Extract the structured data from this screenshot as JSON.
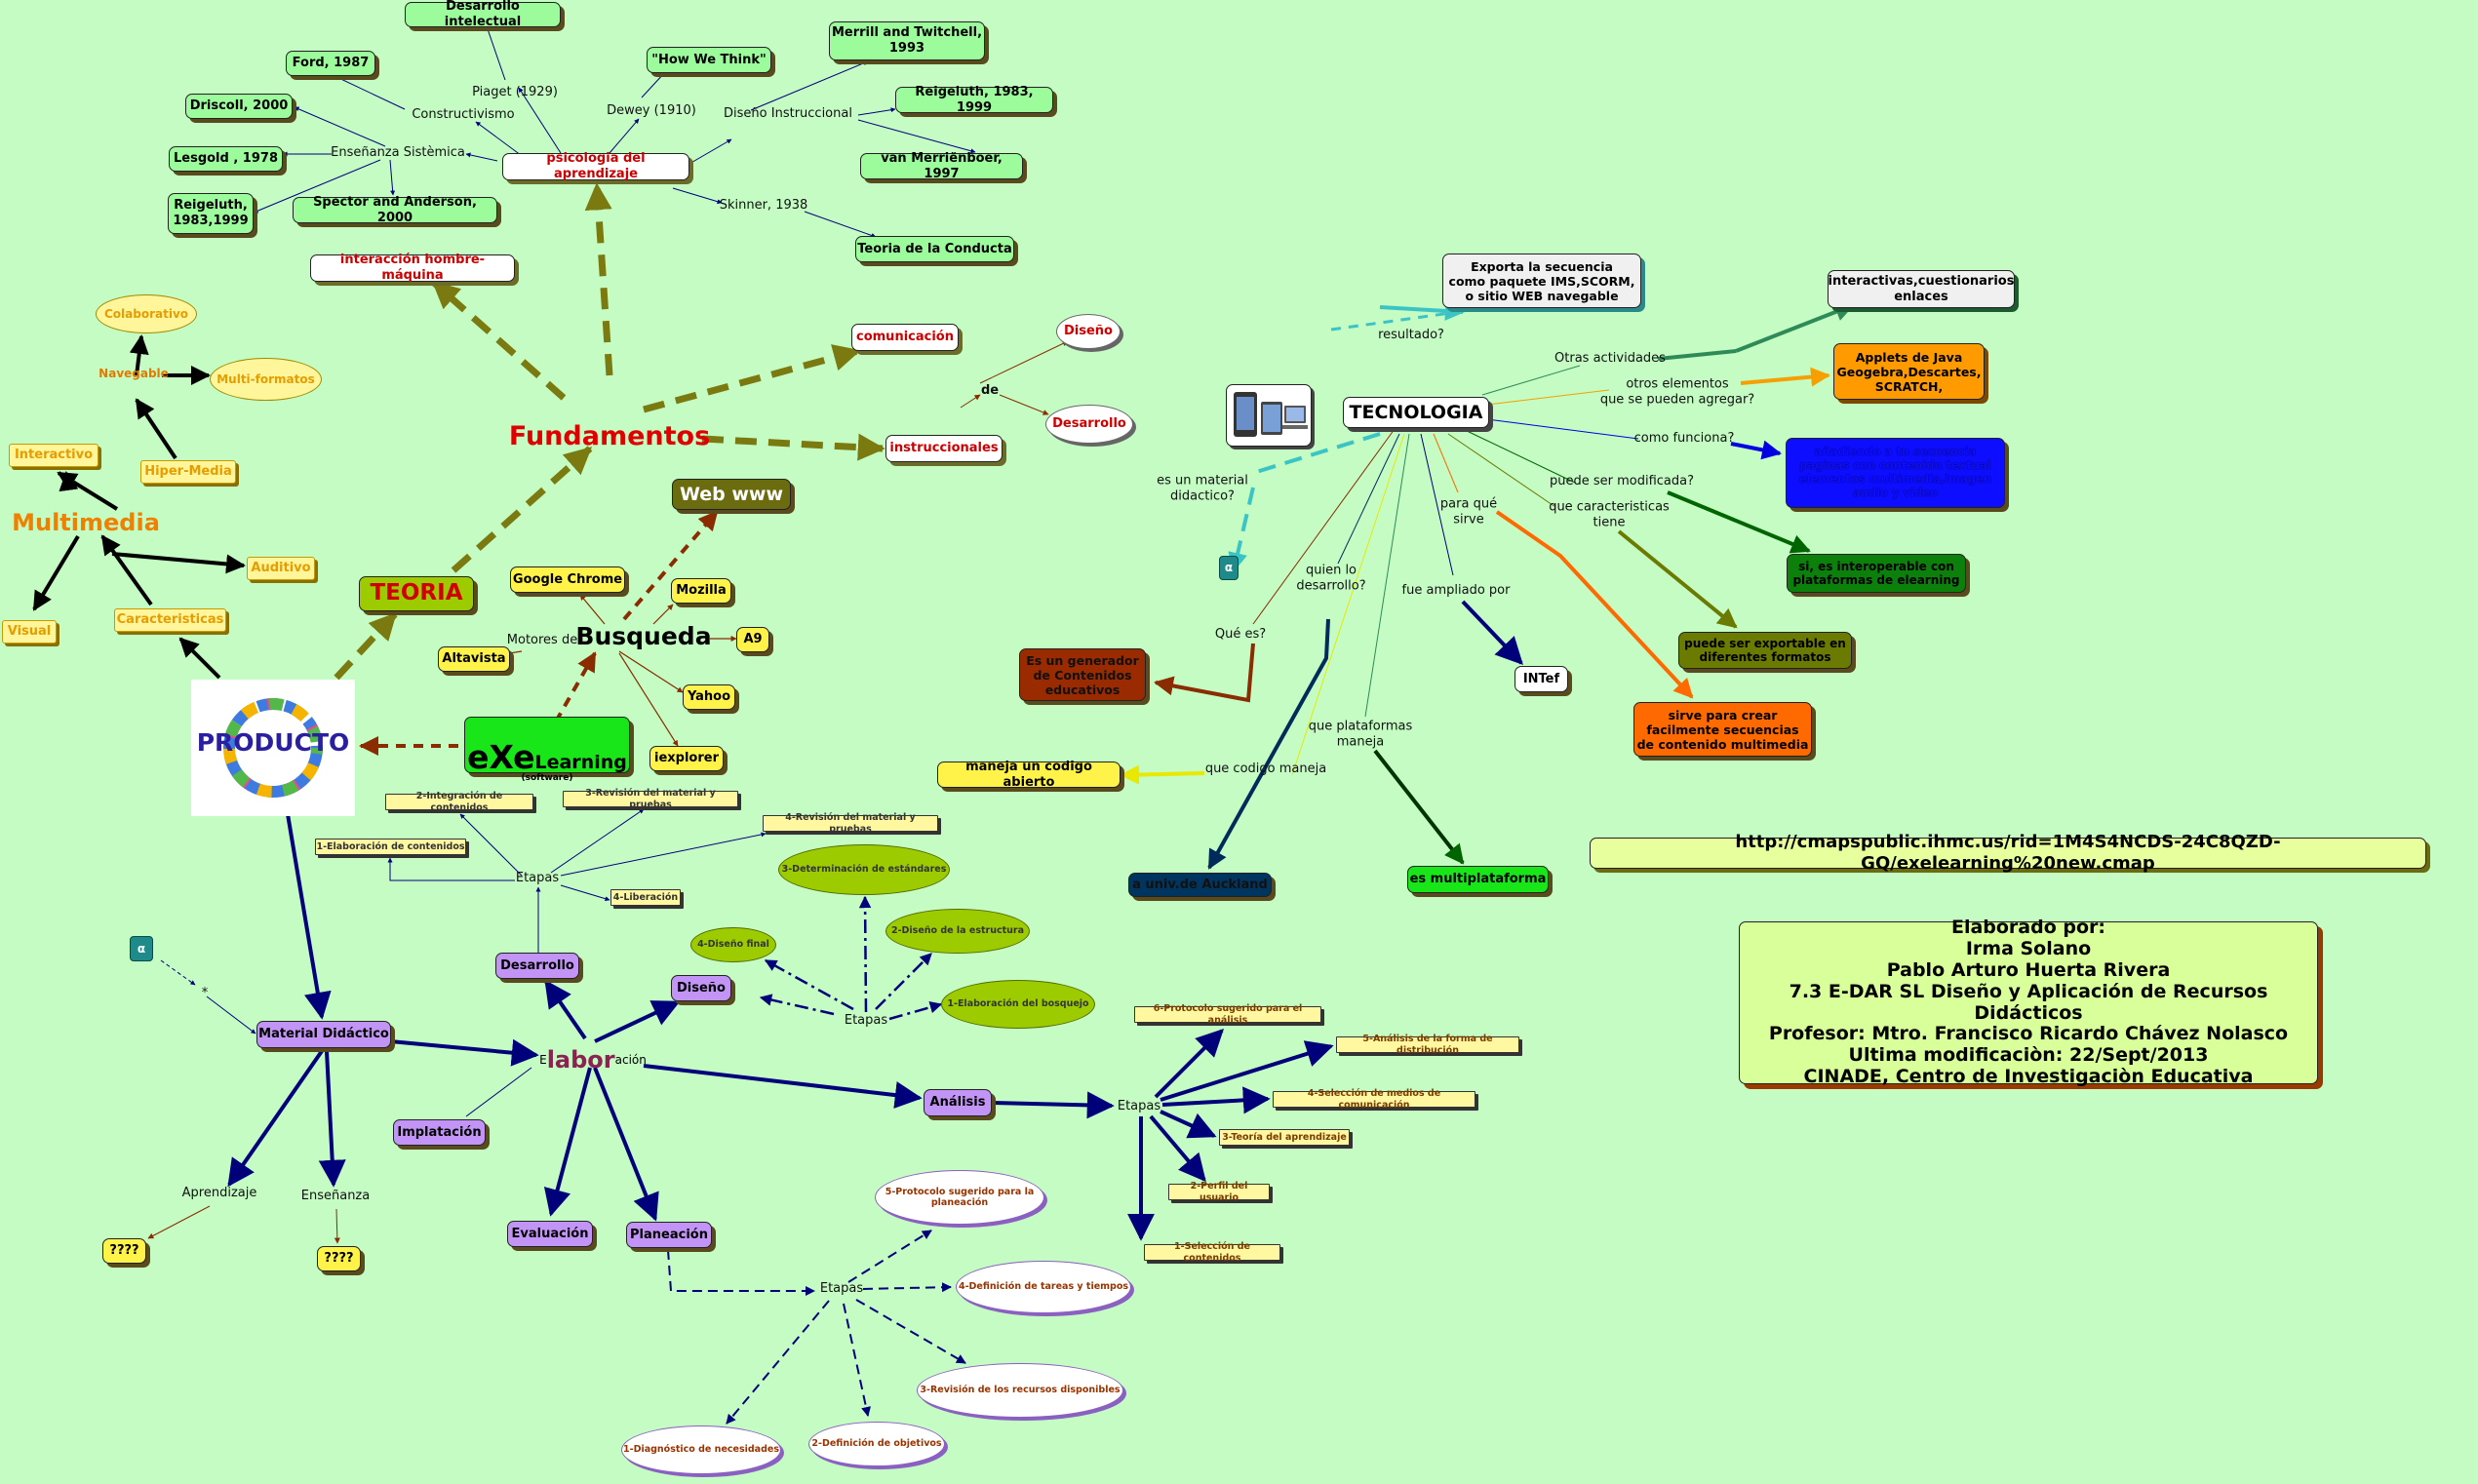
{
  "nodes": {
    "desarrollo_intelectual": "Desarrollo intelectual",
    "ford": "Ford, 1987",
    "driscoll": "Driscoll, 2000",
    "lesgold": "Lesgold , 1978",
    "reigeluth_83_99": "Reigeluth,\n1983,1999",
    "spector": "Spector and Anderson, 2000",
    "how_we_think": "\"How We Think\"",
    "merrill": "Merrill and Twitchell,\n1993",
    "reigeluth_1983": "Reigeluth, 1983, 1999",
    "van_merrienboer": "van Merriënboer, 1997",
    "teoria_conducta": "Teoria de la Conducta",
    "psicologia": "psicologia del aprendizaje",
    "interaccion": "interacción hombre-máquina",
    "comunicacion": "comunicación",
    "instruccionales": "instruccionales",
    "diseno_oval": "Diseño",
    "desarrollo_oval": "Desarrollo",
    "fundamentos": "Fundamentos",
    "teoria": "TEORIA",
    "colaborativo": "Colaborativo",
    "multiformatos": "Multi-formatos",
    "navegable": "Navegable",
    "hipermedia": "Hiper-Media",
    "interactivo": "Interactivo",
    "multimedia": "Multimedia",
    "auditivo": "Auditivo",
    "visual": "Visual",
    "caracteristicas": "Caracteristicas",
    "producto": "PRODUCTO",
    "web": "Web www",
    "google": "Google Chrome",
    "mozilla": "Mozilla",
    "a9": "A9",
    "altavista": "Altavista",
    "yahoo": "Yahoo",
    "iexplorer": "iexplorer",
    "busqueda": "Busqueda",
    "motores": "Motores de",
    "exe_big": "eXe",
    "exe_learning": "Learning",
    "exe_software": "(software)",
    "tecnologia": "TECNOLOGIA",
    "exporta": "Exporta la secuencia\ncomo paquete IMS,SCORM,\no sitio WEB navegable",
    "interactivas": "interactivas,cuestionarios\nenlaces",
    "applets": "Applets de Java\nGeogebra,Descartes,\nSCRATCH,",
    "blue_box": "añadiendo a tu secuencia\npaginas con contenido textual\nelementos multimedia,imagen\naudio y video",
    "interoperable": "si, es interoperable con\nplataformas de elearning",
    "exportable": "puede ser exportable en\ndiferentes formatos",
    "sirve": "sirve para crear\nfacilmente secuencias\nde contenido multimedia",
    "intef": "INTef",
    "generador": "Es un generador\nde Contenidos\neducativos",
    "codigo": "maneja un codigo abierto",
    "auckland": "a univ.de Auckland",
    "multiplataforma": "es multiplataforma",
    "alpha": "α",
    "url": "http://cmapspublic.ihmc.us/rid=1M4S4NCDS-24C8QZD-GQ/exelearning%20new.cmap",
    "credits": "Elaborado por:\nIrma Solano\nPablo Arturo Huerta Rivera\n7.3 E-DAR SL Diseño y Aplicación de Recursos Didácticos\nProfesor: Mtro. Francisco Ricardo Chávez Nolasco\nUltima modificaciòn: 22/Sept/2013\nCINADE, Centro de Investigaciòn Educativa",
    "integracion": "2-Integración de contenidos",
    "revision_material": "3-Revisión del material y pruebas",
    "revision_material4": "4-Revisión del material y pruebas",
    "elaboracion_cont": "1-Elaboración de contenidos",
    "liberacion": "4-Liberación",
    "determinacion": "3-Determinación de estándares",
    "diseno_final": "4-Diseño final",
    "diseno_estructura": "2-Diseño de la estructura",
    "bosquejo": "1-Elaboración del bosquejo",
    "desarrollo_box": "Desarrollo",
    "diseno_box": "Diseño",
    "material": "Material Didáctico",
    "implatacion": "Implatación",
    "evaluacion": "Evaluación",
    "planeacion": "Planeación",
    "analisis": "Análisis",
    "elab_pre": "E",
    "elab_mid": "labor",
    "elab_post": "ación",
    "qqqq": "????",
    "protocolo6": "6-Protocolo sugerido para el análisis",
    "analisis_forma": "5-Análisis de la forma de distribución",
    "seleccion_medios": "4-Selección de medios de comunicación",
    "teoria_aprendizaje": "3-Teoría del aprendizaje",
    "perfil": "2-Perfil del usuario",
    "seleccion_cont": "1-Selección de contenidos",
    "protocolo5": "5-Protocolo sugerido para la planeación",
    "definicion_tareas": "4-Definición de tareas y tiempos",
    "revision_recursos": "3-Revisión de los recursos disponibles",
    "definicion_obj": "2-Definición de objetivos",
    "diagnostico": "1-Diagnóstico de necesidades"
  },
  "labels": {
    "piaget": "Piaget (1929)",
    "constructivismo": "Constructivismo",
    "ensenanza_sistemica": "Enseñanza Sistèmica",
    "dewey": "Dewey (1910)",
    "diseno_instruccional": "Diseño Instruccional",
    "skinner": "Skinner, 1938",
    "de": "de",
    "resultado": "resultado?",
    "otras_actividades": "Otras actividades",
    "otros_elementos": "otros elementos\nque se pueden agregar?",
    "como_funciona": "como funciona?",
    "puede_modificada": "puede ser modificada?",
    "que_caracteristicas": "que caracteristicas\ntiene",
    "para_que": "para qué\nsirve",
    "fue_ampliado": "fue ampliado por",
    "es_material": "es un material\ndidactico?",
    "quien_desarrollo": "quien lo\ndesarrollo?",
    "que_es": "Qué es?",
    "que_plataformas": "que plataformas\nmaneja",
    "que_codigo": "que codigo maneja",
    "etapas": "Etapas",
    "aprendizaje": "Aprendizaje",
    "ensenanza": "Enseñanza",
    "asterisk": "*"
  },
  "colors": {
    "background": "#c4fcc4",
    "link_navy": "#00007a",
    "link_olive": "#7a7a10",
    "link_brown": "#8a2b00",
    "red_text": "#cc0000",
    "orange_text": "#e07a00"
  }
}
